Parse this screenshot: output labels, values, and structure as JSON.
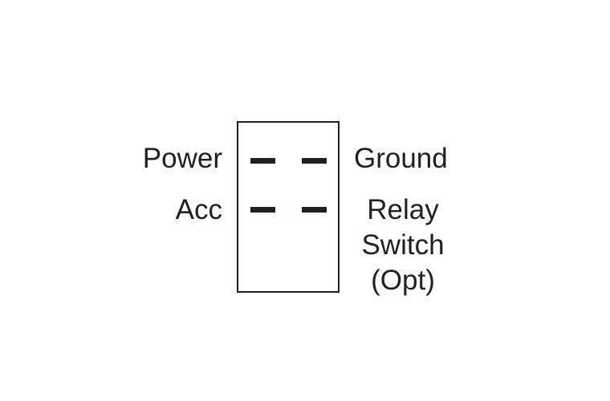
{
  "labels": {
    "power": "Power",
    "acc": "Acc",
    "ground": "Ground",
    "relay_lines": [
      "Relay",
      "Switch",
      "(Opt)"
    ]
  },
  "colors": {
    "ink": "#231f20",
    "background": "#ffffff"
  }
}
